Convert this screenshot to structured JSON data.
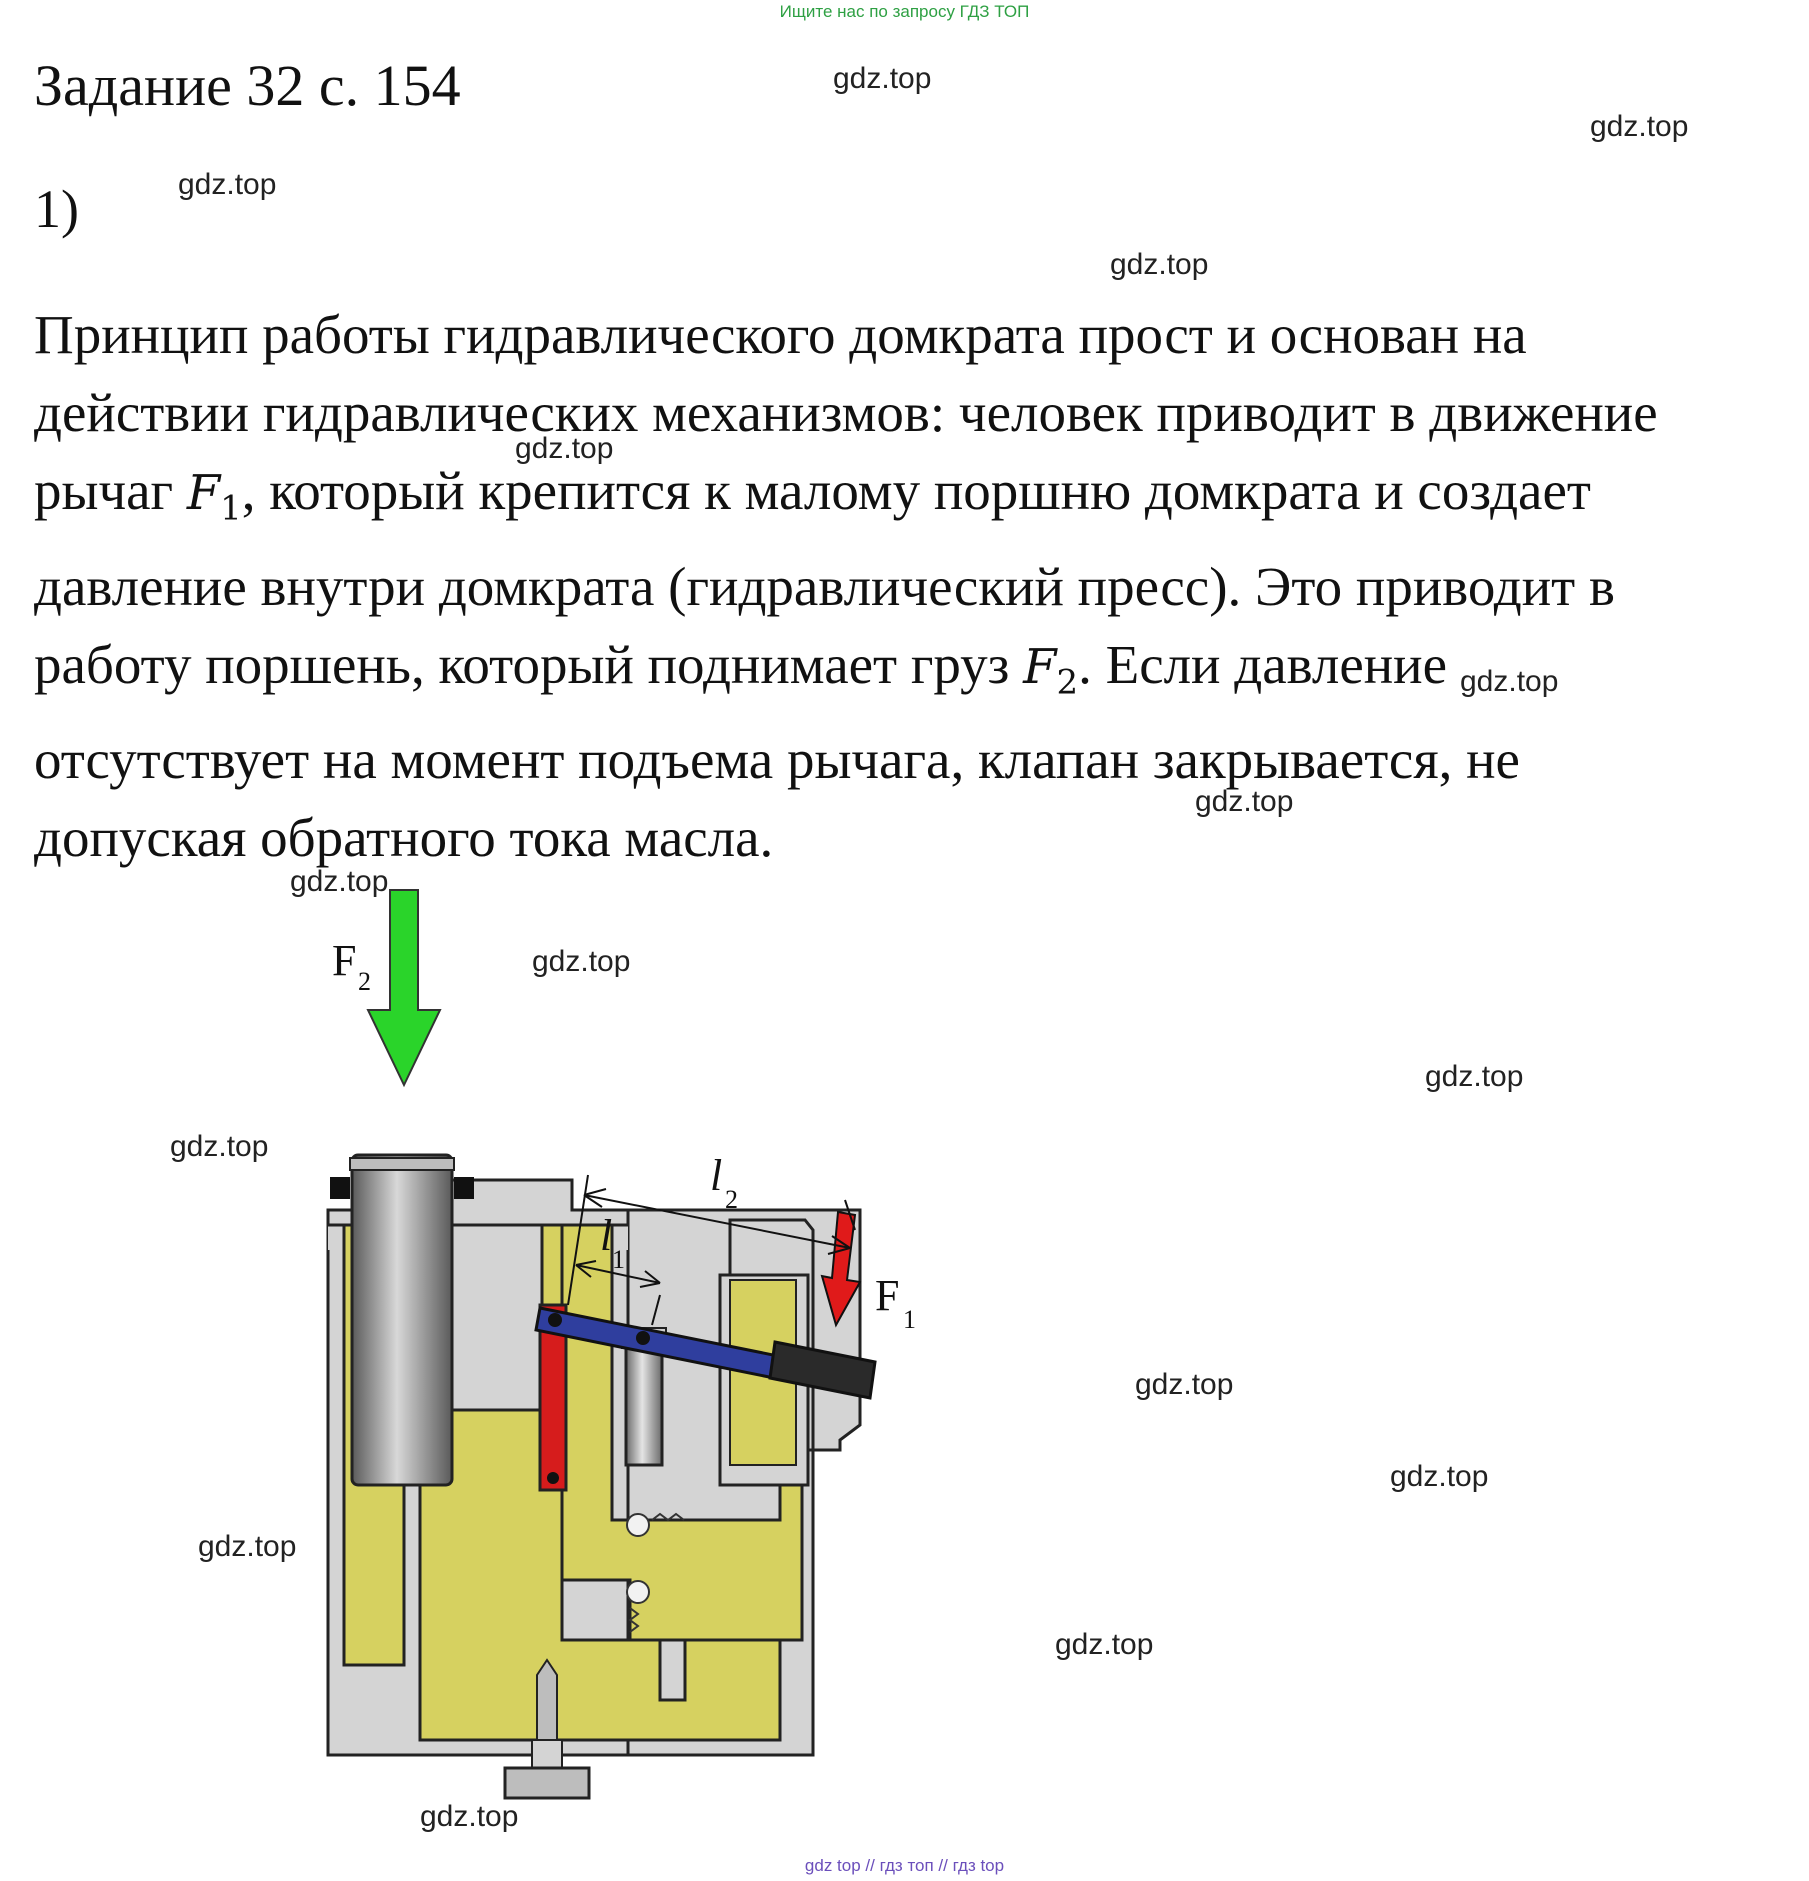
{
  "header": {
    "banner": "Ищите нас по запросу ГДЗ ТОП"
  },
  "title": "Задание 32 с. 154",
  "item_number": "1)",
  "paragraph": {
    "line1": "Принцип работы гидравлического домкрата прост и основан на",
    "line2": "действии гидравлических механизмов: человек приводит в движение",
    "line3_before": "рычаг ",
    "var_f1": "F",
    "sub_1": "1",
    "line3_after": ", который крепится к малому поршню домкрата и создает",
    "line4": "давление внутри домкрата (гидравлический пресс). Это приводит в",
    "line5_before": "работу поршень, который поднимает груз ",
    "var_f2": "F",
    "sub_2": "2",
    "line5_after": ". Если давление",
    "line6": "отсутствует на момент подъема рычага, клапан закрывается, не",
    "line7": "допуская обратного тока масла."
  },
  "diagram": {
    "label_f2": "F",
    "label_f2_sub": "2",
    "label_f1": "F",
    "label_f1_sub": "1",
    "label_l1": "l",
    "label_l1_sub": "1",
    "label_l2": "l",
    "label_l2_sub": "2",
    "colors": {
      "body_gray": "#d4d4d4",
      "oil_yellow": "#d6d160",
      "arrow_green": "#2ad42a",
      "arrow_red": "#e01a1a",
      "lever_blue": "#2f3e9e",
      "piston_gray": "#8a8a8a"
    }
  },
  "watermark": "gdz.top",
  "footer": {
    "banner": "gdz top  //  гдз топ  //  гдз top"
  }
}
